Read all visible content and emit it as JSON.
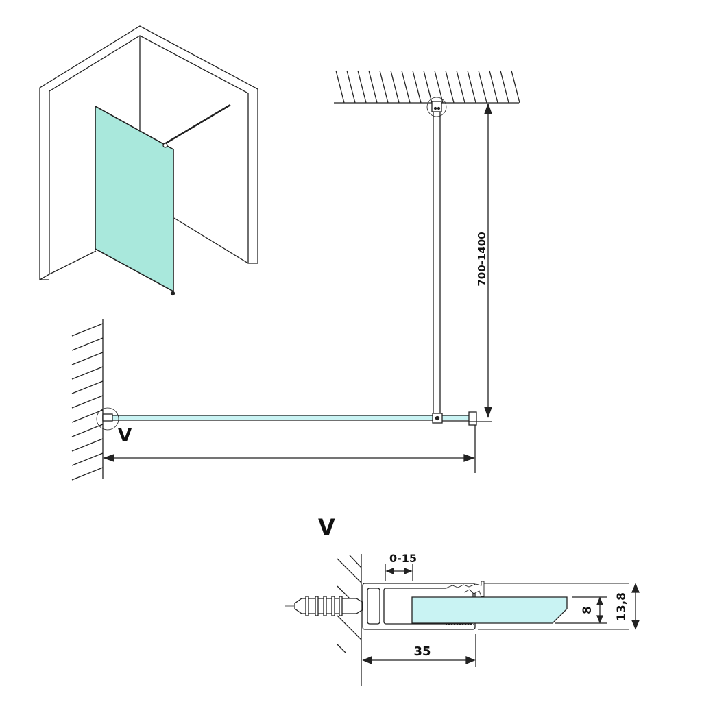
{
  "colors": {
    "line": "#222222",
    "glass": "#c9f3f3",
    "glass_iso": "#a9e8dc"
  },
  "plan": {
    "height_range_label": "700-1400",
    "detail_marker": "V"
  },
  "detail": {
    "title": "V",
    "gap_label": "0-15",
    "depth_label": "35",
    "glass_thickness_label": "8",
    "profile_height_label": "13,8"
  }
}
